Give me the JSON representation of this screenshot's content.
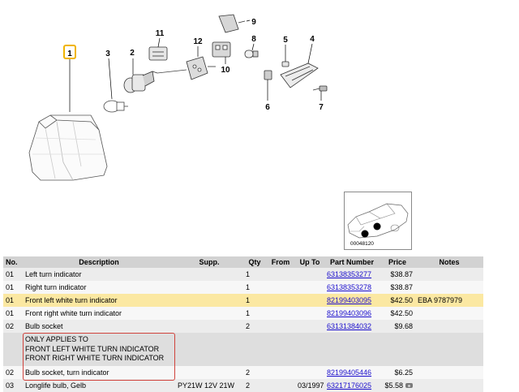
{
  "diagram": {
    "callouts": {
      "n1": "1",
      "n2": "2",
      "n3": "3",
      "n4": "4",
      "n5": "5",
      "n6": "6",
      "n7": "7",
      "n8": "8",
      "n9": "9",
      "n10": "10",
      "n11": "11",
      "n12": "12"
    },
    "inset_code": "00048120"
  },
  "table": {
    "headers": {
      "no": "No.",
      "description": "Description",
      "supp": "Supp.",
      "qty": "Qty",
      "from": "From",
      "upto": "Up To",
      "part": "Part Number",
      "price": "Price",
      "notes": "Notes"
    },
    "rows": [
      {
        "no": "01",
        "description": "Left turn indicator",
        "supp": "",
        "qty": "1",
        "from": "",
        "upto": "",
        "part": "63138353277",
        "price": "$38.87",
        "notes": ""
      },
      {
        "no": "01",
        "description": "Right turn indicator",
        "supp": "",
        "qty": "1",
        "from": "",
        "upto": "",
        "part": "63138353278",
        "price": "$38.87",
        "notes": ""
      },
      {
        "no": "01",
        "description": "Front left white turn indicator",
        "supp": "",
        "qty": "1",
        "from": "",
        "upto": "",
        "part": "82199403095",
        "price": "$42.50",
        "notes": "EBA 9787979"
      },
      {
        "no": "01",
        "description": "Front right white turn indicator",
        "supp": "",
        "qty": "1",
        "from": "",
        "upto": "",
        "part": "82199403096",
        "price": "$42.50",
        "notes": ""
      },
      {
        "no": "02",
        "description": "Bulb socket",
        "supp": "",
        "qty": "2",
        "from": "",
        "upto": "",
        "part": "63131384032",
        "price": "$9.68",
        "notes": ""
      },
      {
        "no": "02",
        "description": "Bulb socket, turn indicator",
        "supp": "",
        "qty": "2",
        "from": "",
        "upto": "",
        "part": "82199405446",
        "price": "$6.25",
        "notes": ""
      },
      {
        "no": "03",
        "description": "Longlife bulb, Gelb",
        "supp": "PY21W 12V 21W",
        "qty": "2",
        "from": "",
        "upto": "03/1997",
        "part": "63217176025",
        "price": "$5.58",
        "notes": ""
      }
    ],
    "note_lines": [
      "ONLY APPLIES TO",
      "FRONT LEFT WHITE TURN INDICATOR",
      "FRONT RIGHT WHITE TURN INDICATOR"
    ]
  }
}
